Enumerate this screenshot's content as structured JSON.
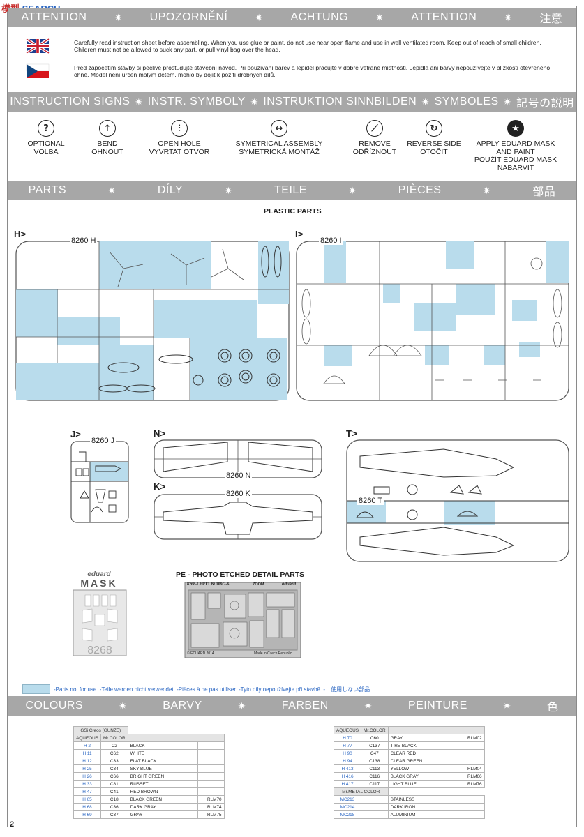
{
  "watermark": {
    "han": "模型",
    "text": "SEARCH"
  },
  "attention_band": [
    "ATTENTION",
    "UPOZORNĚNÍ",
    "ACHTUNG",
    "ATTENTION",
    "注意"
  ],
  "notices": [
    {
      "lang": "en",
      "text": "Carefully read instruction sheet before assembling. When you use glue or paint, do not use near open flame and use in well ventilated room. Keep out of reach of small children. Children must not be allowed to suck any part, or pull vinyl bag over the head."
    },
    {
      "lang": "cs",
      "text": "Před započetím stavby si pečlivě prostudujte stavební návod. Při používání barev a lepidel pracujte v dobře větrané místnosti. Lepidla ani barvy nepoužívejte v blízkosti otevřeného ohně. Model není určen malým dětem, mohlo by dojít k požití drobných dílů."
    }
  ],
  "signs_band": [
    "INSTRUCTION SIGNS",
    "INSTR. SYMBOLY",
    "INSTRUKTION SINNBILDEN",
    "SYMBOLES",
    "記号の説明"
  ],
  "symbols": [
    {
      "icon": "question-icon",
      "glyph": "?",
      "line1": "OPTIONAL",
      "line2": "VOLBA",
      "line3": "",
      "line4": ""
    },
    {
      "icon": "bend-icon",
      "glyph": "↑",
      "line1": "BEND",
      "line2": "OHNOUT",
      "line3": "",
      "line4": ""
    },
    {
      "icon": "drill-icon",
      "glyph": "⫶",
      "line1": "OPEN HOLE",
      "line2": "VYVRTAT OTVOR",
      "line3": "",
      "line4": ""
    },
    {
      "icon": "symmetric-icon",
      "glyph": "↔",
      "line1": "SYMETRICAL ASSEMBLY",
      "line2": "SYMETRICKÁ MONTÁŽ",
      "line3": "",
      "line4": ""
    },
    {
      "icon": "remove-icon",
      "glyph": "⟋",
      "line1": "REMOVE",
      "line2": "ODŘÍZNOUT",
      "line3": "",
      "line4": ""
    },
    {
      "icon": "reverse-icon",
      "glyph": "↻",
      "line1": "REVERSE SIDE",
      "line2": "OTOČIT",
      "line3": "",
      "line4": ""
    },
    {
      "icon": "mask-star-icon",
      "glyph": "★",
      "line1": "APPLY EDUARD MASK",
      "line2": "AND PAINT",
      "line3": "POUŽÍT EDUARD MASK",
      "line4": "NABARVIT"
    }
  ],
  "parts_band": [
    "PARTS",
    "DÍLY",
    "TEILE",
    "PIÈCES",
    "部品"
  ],
  "plastic_parts_title": "PLASTIC PARTS",
  "sprues": {
    "H": {
      "label": "H>",
      "code": "8260 H"
    },
    "I": {
      "label": "I>",
      "code": "8260 I"
    },
    "J": {
      "label": "J>",
      "code": "8260 J"
    },
    "N": {
      "label": "N>",
      "code": "8260 N"
    },
    "K": {
      "label": "K>",
      "code": "8260 K"
    },
    "T": {
      "label": "T>",
      "code": "8260 T"
    }
  },
  "mask": {
    "brand": "eduard",
    "word": "MASK",
    "number": "8268"
  },
  "pe": {
    "title": "PE - PHOTO ETCHED DETAIL PARTS",
    "fret_title": "8268-LEPT1 Bf 109G-6",
    "fret_label": "ZOOM",
    "brand": "eduard",
    "copyright": "© EDUARD 2014",
    "made_in": "Made in Czech Republic"
  },
  "legend_text": "-Parts not for use. -Teile werden nicht verwendet. -Pièces à ne pas utiliser. -Tyto díly nepoužívejte při stavbě. -　使用しない部品",
  "colours_band": [
    "COLOURS",
    "BARVY",
    "FARBEN",
    "PEINTURE",
    "色"
  ],
  "paint_left": {
    "brand": "GSi Creos (GUNZE)",
    "col_aqueous": "AQUEOUS",
    "col_mr": "Mr.COLOR",
    "rows": [
      {
        "aq": "H 2",
        "mr": "C2",
        "name": "BLACK",
        "rlm": ""
      },
      {
        "aq": "H 11",
        "mr": "C62",
        "name": "WHITE",
        "rlm": ""
      },
      {
        "aq": "H 12",
        "mr": "C33",
        "name": "FLAT BLACK",
        "rlm": ""
      },
      {
        "aq": "H 25",
        "mr": "C34",
        "name": "SKY BLUE",
        "rlm": ""
      },
      {
        "aq": "H 26",
        "mr": "C66",
        "name": "BRIGHT GREEN",
        "rlm": ""
      },
      {
        "aq": "H 33",
        "mr": "C81",
        "name": "RUSSET",
        "rlm": ""
      },
      {
        "aq": "H 47",
        "mr": "C41",
        "name": "RED BROWN",
        "rlm": ""
      },
      {
        "aq": "H 65",
        "mr": "C18",
        "name": "BLACK GREEN",
        "rlm": "RLM70"
      },
      {
        "aq": "H 68",
        "mr": "C36",
        "name": "DARK GRAY",
        "rlm": "RLM74"
      },
      {
        "aq": "H 69",
        "mr": "C37",
        "name": "GRAY",
        "rlm": "RLM75"
      }
    ]
  },
  "paint_right": {
    "col_aqueous": "AQUEOUS",
    "col_mr": "Mr.COLOR",
    "rows": [
      {
        "aq": "H 70",
        "mr": "C60",
        "name": "GRAY",
        "rlm": "RLM02"
      },
      {
        "aq": "H 77",
        "mr": "C137",
        "name": "TIRE BLACK",
        "rlm": ""
      },
      {
        "aq": "H 90",
        "mr": "C47",
        "name": "CLEAR RED",
        "rlm": ""
      },
      {
        "aq": "H 94",
        "mr": "C138",
        "name": "CLEAR GREEN",
        "rlm": ""
      },
      {
        "aq": "H 413",
        "mr": "C113",
        "name": "YELLOW",
        "rlm": "RLM04"
      },
      {
        "aq": "H 416",
        "mr": "C116",
        "name": "BLACK GRAY",
        "rlm": "RLM66"
      },
      {
        "aq": "H 417",
        "mr": "C117",
        "name": "LIGHT BLUE",
        "rlm": "RLM76"
      }
    ],
    "metal_header": "Mr.METAL COLOR",
    "metal_rows": [
      {
        "aq": "MC213",
        "name": "STAINLESS"
      },
      {
        "aq": "MC214",
        "name": "DARK IRON"
      },
      {
        "aq": "MC218",
        "name": "ALUMINIUM"
      }
    ]
  },
  "page_number": "2",
  "colors": {
    "band": "#a7a7a7",
    "highlight": "#b9dcec",
    "accent": "#2a66c2"
  }
}
